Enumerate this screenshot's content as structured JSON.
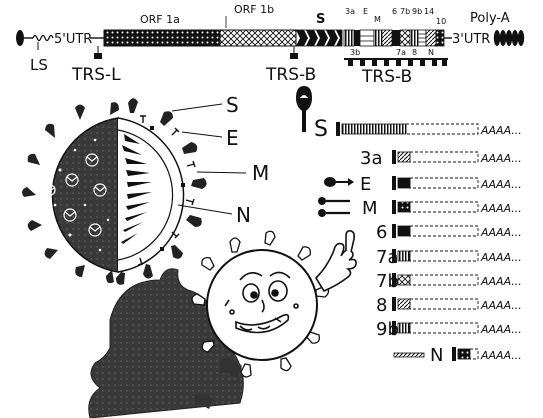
{
  "genome": {
    "leader": "LS",
    "utr5": "5'UTR",
    "orf1a": "ORF 1a",
    "orf1b": "ORF 1b",
    "s": "S",
    "small_labels": [
      "3a",
      "E",
      "M",
      "6",
      "7b",
      "9b",
      "14",
      "3b",
      "7a",
      "8",
      "10",
      "N"
    ],
    "polya": "Poly-A",
    "utr3": "3'UTR",
    "trs_l": "TRS-L",
    "trs_b_main": "TRS-B",
    "trs_b_group": "TRS-B"
  },
  "virion": {
    "labels": [
      "S",
      "E",
      "M",
      "N"
    ]
  },
  "transcripts": [
    {
      "label": "S",
      "tail": "AAAA..."
    },
    {
      "label": "3a",
      "tail": "AAAA..."
    },
    {
      "label": "E",
      "tail": "AAAA..."
    },
    {
      "label": "M",
      "tail": "AAAA..."
    },
    {
      "label": "6",
      "tail": "AAAA..."
    },
    {
      "label": "7a",
      "tail": "AAAA..."
    },
    {
      "label": "7b",
      "tail": "AAAA..."
    },
    {
      "label": "8",
      "tail": "AAAA..."
    },
    {
      "label": "9b",
      "tail": "AAAA..."
    },
    {
      "label": "N",
      "tail": "AAAA..."
    }
  ]
}
